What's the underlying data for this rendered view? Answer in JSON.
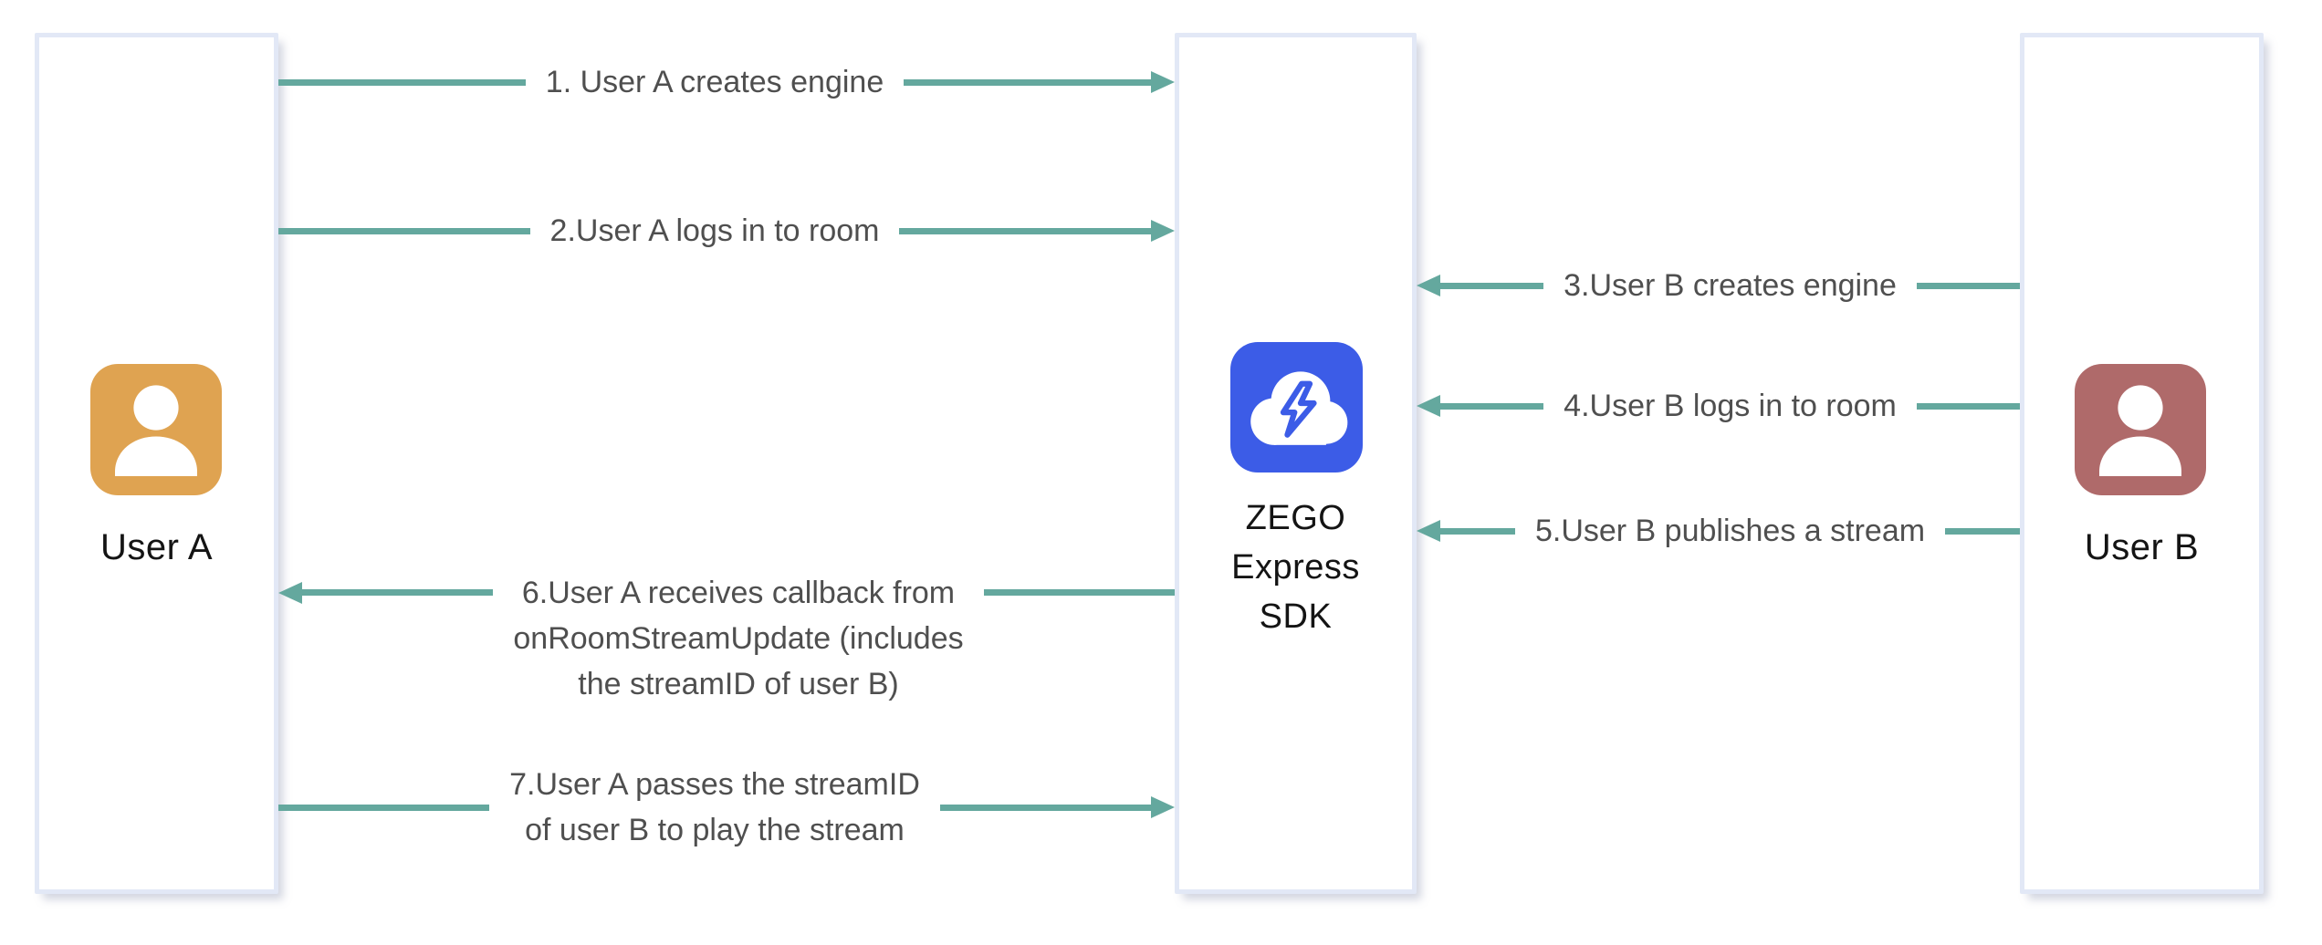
{
  "diagram_type": "sequence-flow",
  "colors": {
    "arrow_teal": "#64A89E",
    "lane_border": "#E2E8F6",
    "user_a_avatar": "#DFA351",
    "user_b_avatar": "#AF6A6A",
    "sdk_icon_blue": "#3C5CE7",
    "message_text": "#4F4F4F",
    "actor_text": "#141414"
  },
  "actors": [
    {
      "id": "user-a",
      "label": "User A",
      "icon": "person-icon"
    },
    {
      "id": "sdk",
      "label": "ZEGO\nExpress\nSDK",
      "icon": "cloud-lightning-icon"
    },
    {
      "id": "user-b",
      "label": "User B",
      "icon": "person-icon"
    }
  ],
  "messages": [
    {
      "num": 1,
      "from": "user-a",
      "to": "sdk",
      "direction": "right",
      "label": "1. User A creates engine"
    },
    {
      "num": 2,
      "from": "user-a",
      "to": "sdk",
      "direction": "right",
      "label": "2.User A logs in to room"
    },
    {
      "num": 3,
      "from": "user-b",
      "to": "sdk",
      "direction": "left",
      "label": "3.User B creates engine"
    },
    {
      "num": 4,
      "from": "user-b",
      "to": "sdk",
      "direction": "left",
      "label": "4.User B logs in to room"
    },
    {
      "num": 5,
      "from": "user-b",
      "to": "sdk",
      "direction": "left",
      "label": "5.User B publishes a stream"
    },
    {
      "num": 6,
      "from": "sdk",
      "to": "user-a",
      "direction": "left",
      "label": "6.User A receives callback from\nonRoomStreamUpdate (includes\nthe streamID of user B)"
    },
    {
      "num": 7,
      "from": "user-a",
      "to": "sdk",
      "direction": "right",
      "label": "7.User A passes the streamID\nof user B to play the stream"
    }
  ]
}
